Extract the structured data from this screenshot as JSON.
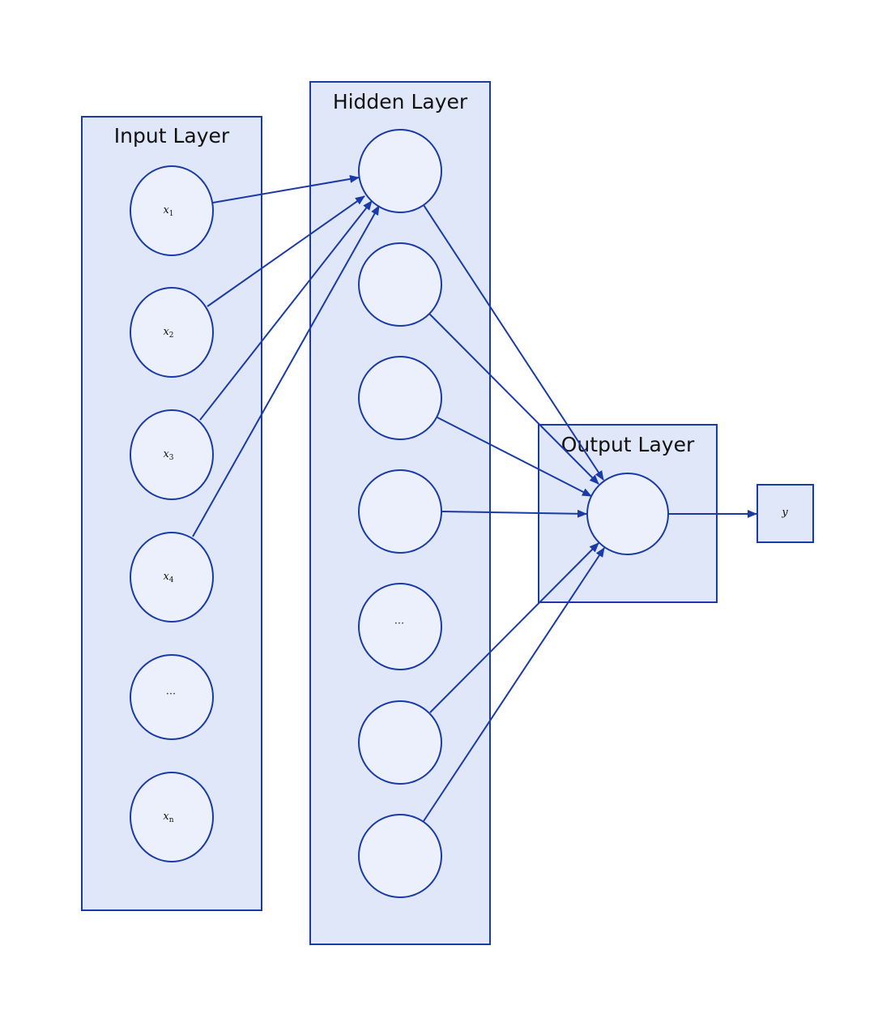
{
  "layers": {
    "input": {
      "title": "Input Layer",
      "nodes": [
        {
          "var": "x",
          "sub": "1"
        },
        {
          "var": "x",
          "sub": "2"
        },
        {
          "var": "x",
          "sub": "3"
        },
        {
          "var": "x",
          "sub": "4"
        },
        {
          "dots": "···"
        },
        {
          "var": "x",
          "sub": "n"
        }
      ]
    },
    "hidden": {
      "title": "Hidden Layer",
      "nodes": [
        "",
        "",
        "",
        "",
        "···",
        "",
        ""
      ]
    },
    "output": {
      "title": "Output Layer"
    }
  },
  "result": {
    "label": "y"
  },
  "colors": {
    "stroke": "#1a3aa8",
    "layer_fill": "#dfe7f8",
    "node_fill": "#ebf0fc"
  }
}
